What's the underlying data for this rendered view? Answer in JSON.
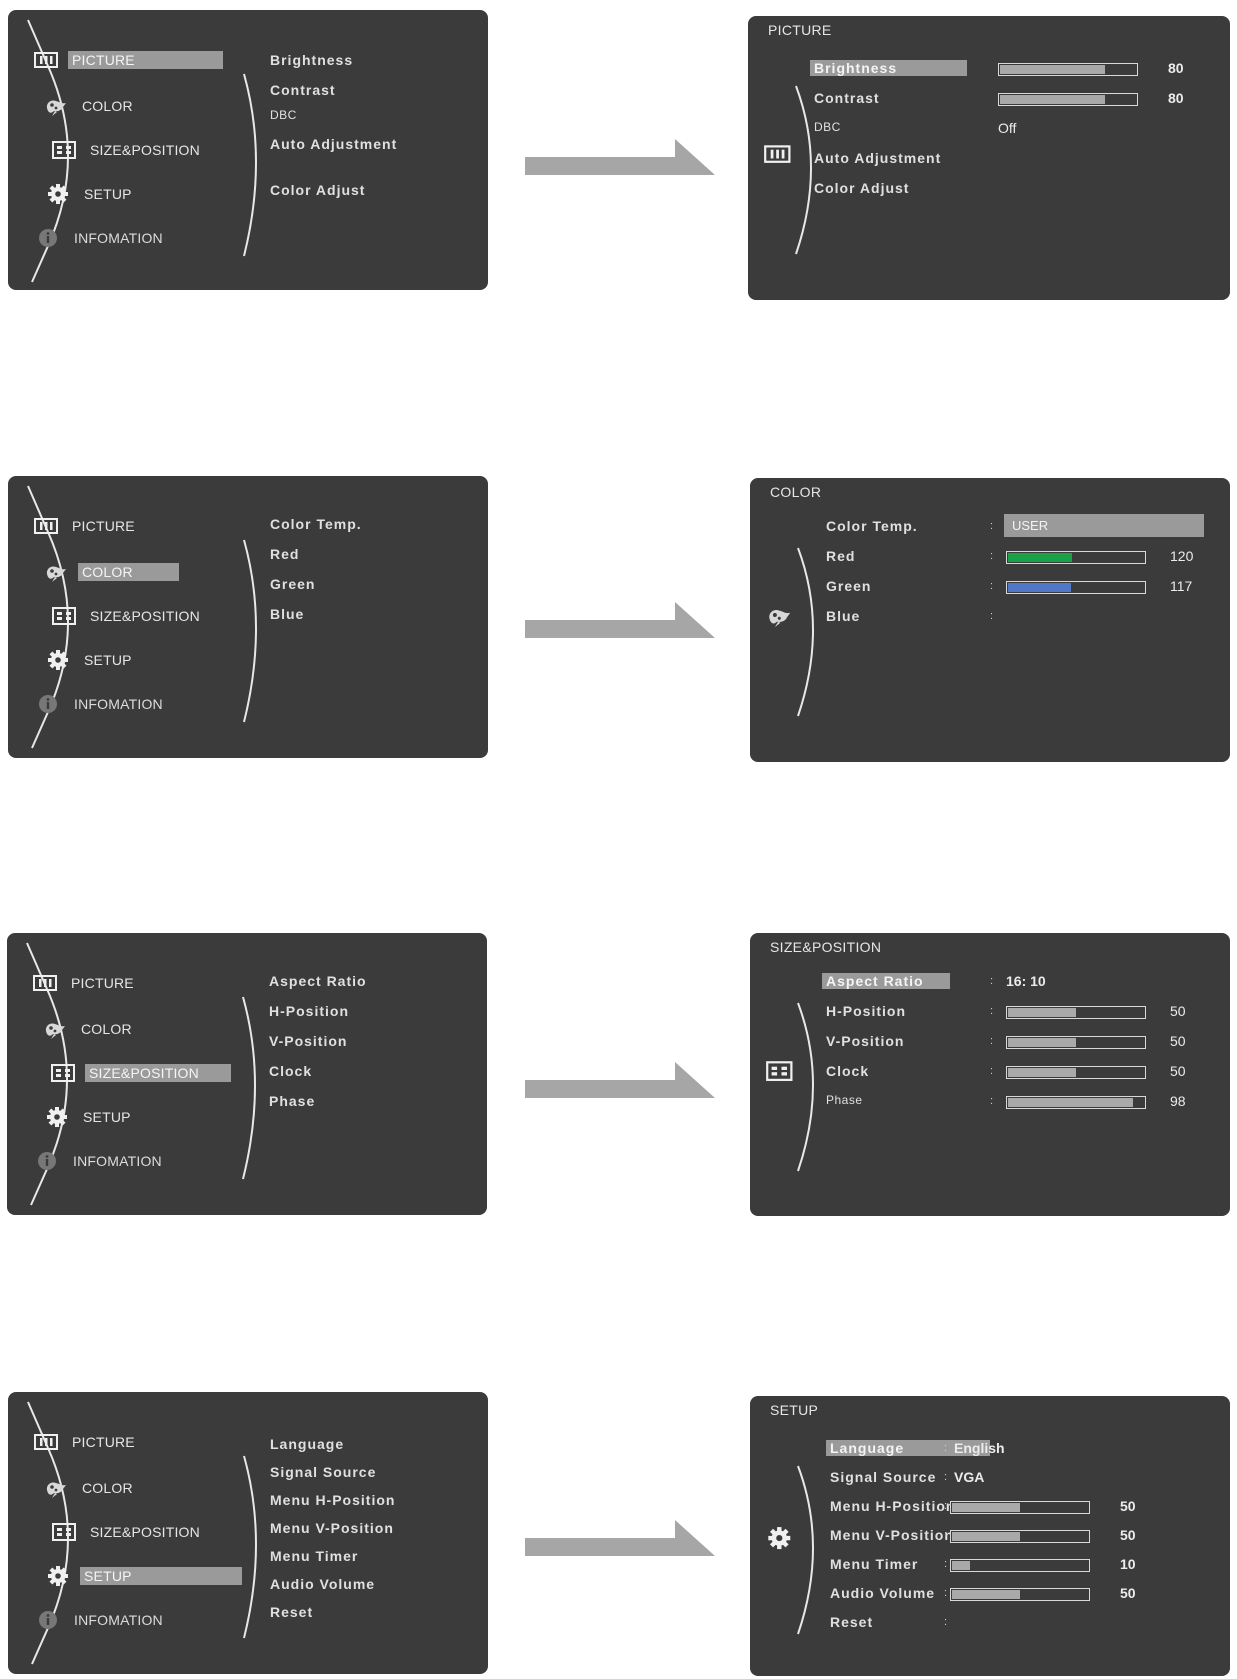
{
  "main_menu": {
    "items": [
      {
        "label": "PICTURE",
        "icon": "picture-icon"
      },
      {
        "label": "COLOR",
        "icon": "color-icon"
      },
      {
        "label": "SIZE&POSITION",
        "icon": "size-position-icon"
      },
      {
        "label": "SETUP",
        "icon": "setup-gear-icon"
      },
      {
        "label": "INFOMATION",
        "icon": "information-icon"
      }
    ]
  },
  "diagrams": [
    {
      "active_index": 0,
      "submenu": [
        "Brightness",
        "Contrast",
        "DBC",
        "Auto Adjustment",
        "Color Adjust"
      ],
      "panel": {
        "title": "PICTURE",
        "rows": [
          {
            "label": "Brightness",
            "active": true,
            "bar": 0.77,
            "value": "80"
          },
          {
            "label": "Contrast",
            "bar": 0.77,
            "value": "80"
          },
          {
            "label": "DBC",
            "text": "Off"
          },
          {
            "label": "Auto Adjustment"
          },
          {
            "label": "Color Adjust"
          }
        ]
      }
    },
    {
      "active_index": 1,
      "submenu": [
        "Color Temp.",
        "Red",
        "Green",
        "Blue"
      ],
      "panel": {
        "title": "COLOR",
        "rows": [
          {
            "label": "Color Temp.",
            "box": "USER"
          },
          {
            "label": "Red",
            "bar": 0.47,
            "bar_color": "#19a24a",
            "value": "120"
          },
          {
            "label": "Green",
            "bar": 0.46,
            "bar_color": "#4f78c8",
            "value": "117"
          },
          {
            "label": "Blue"
          }
        ]
      }
    },
    {
      "active_index": 2,
      "submenu": [
        "Aspect Ratio",
        "H-Position",
        "V-Position",
        "Clock",
        "Phase"
      ],
      "panel": {
        "title": "SIZE&POSITION",
        "rows": [
          {
            "label": "Aspect Ratio",
            "active": true,
            "text": "16: 10"
          },
          {
            "label": "H-Position",
            "bar": 0.5,
            "value": "50"
          },
          {
            "label": "V-Position",
            "bar": 0.5,
            "value": "50"
          },
          {
            "label": "Clock",
            "bar": 0.5,
            "value": "50"
          },
          {
            "label": "Phase",
            "bar": 0.92,
            "value": "98"
          }
        ]
      }
    },
    {
      "active_index": 3,
      "submenu": [
        "Language",
        "Signal Source",
        "Menu H-Position",
        "Menu V-Position",
        "Menu Timer",
        "Audio Volume",
        "Reset"
      ],
      "panel": {
        "title": "SETUP",
        "rows": [
          {
            "label": "Language",
            "active": true,
            "text": "English"
          },
          {
            "label": "Signal Source",
            "text": "VGA"
          },
          {
            "label": "Menu H-Position",
            "bar": 0.5,
            "value": "50"
          },
          {
            "label": "Menu V-Position",
            "bar": 0.5,
            "value": "50"
          },
          {
            "label": "Menu Timer",
            "bar": 0.13,
            "value": "10"
          },
          {
            "label": "Audio Volume",
            "bar": 0.5,
            "value": "50"
          },
          {
            "label": "Reset"
          }
        ]
      }
    }
  ],
  "colors": {
    "panel_bg": "#3b3b3b",
    "highlight": "#9a9a9a",
    "bar_fill": "#a9a9a9",
    "arrow": "#a6a6a6"
  }
}
